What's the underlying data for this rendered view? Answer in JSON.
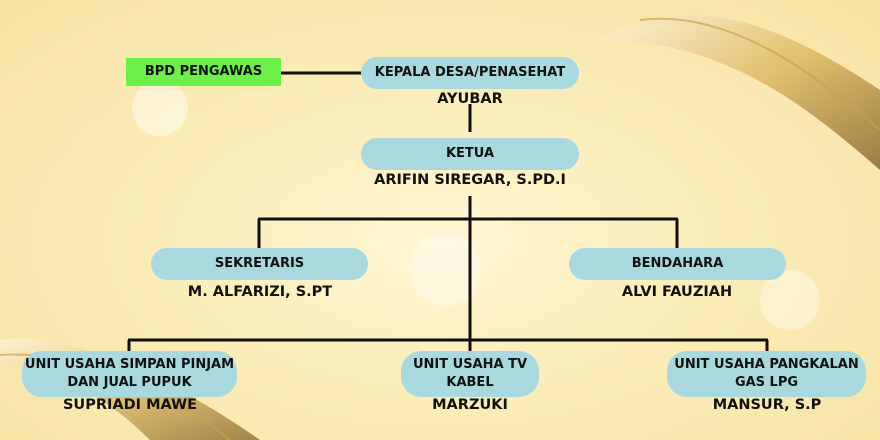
{
  "nodes": {
    "bpd": {
      "title": "BPD PENGAWAS"
    },
    "kepala": {
      "title": "KEPALA DESA/PENASEHAT",
      "name": "AYUBAR"
    },
    "ketua": {
      "title": "KETUA",
      "name": "ARIFIN SIREGAR, S.PD.I"
    },
    "sekretaris": {
      "title": "SEKRETARIS",
      "name": "M. ALFARIZI, S.PT"
    },
    "bendahara": {
      "title": "BENDAHARA",
      "name": "ALVI FAUZIAH"
    },
    "unit1": {
      "title_line1": "UNIT USAHA SIMPAN PINJAM",
      "title_line2": "DAN JUAL PUPUK",
      "name": "SUPRIADI MAWE"
    },
    "unit2": {
      "title_line1": "UNIT USAHA TV",
      "title_line2": "KABEL",
      "name": "MARZUKI"
    },
    "unit3": {
      "title_line1": "UNIT USAHA PANGKALAN",
      "title_line2": "GAS LPG",
      "name": "MANSUR, S.P"
    }
  },
  "colors": {
    "pill": "#a9d8df",
    "bpd_box": "#6ef04a",
    "line": "#111111",
    "background": "#f8e8b0"
  }
}
